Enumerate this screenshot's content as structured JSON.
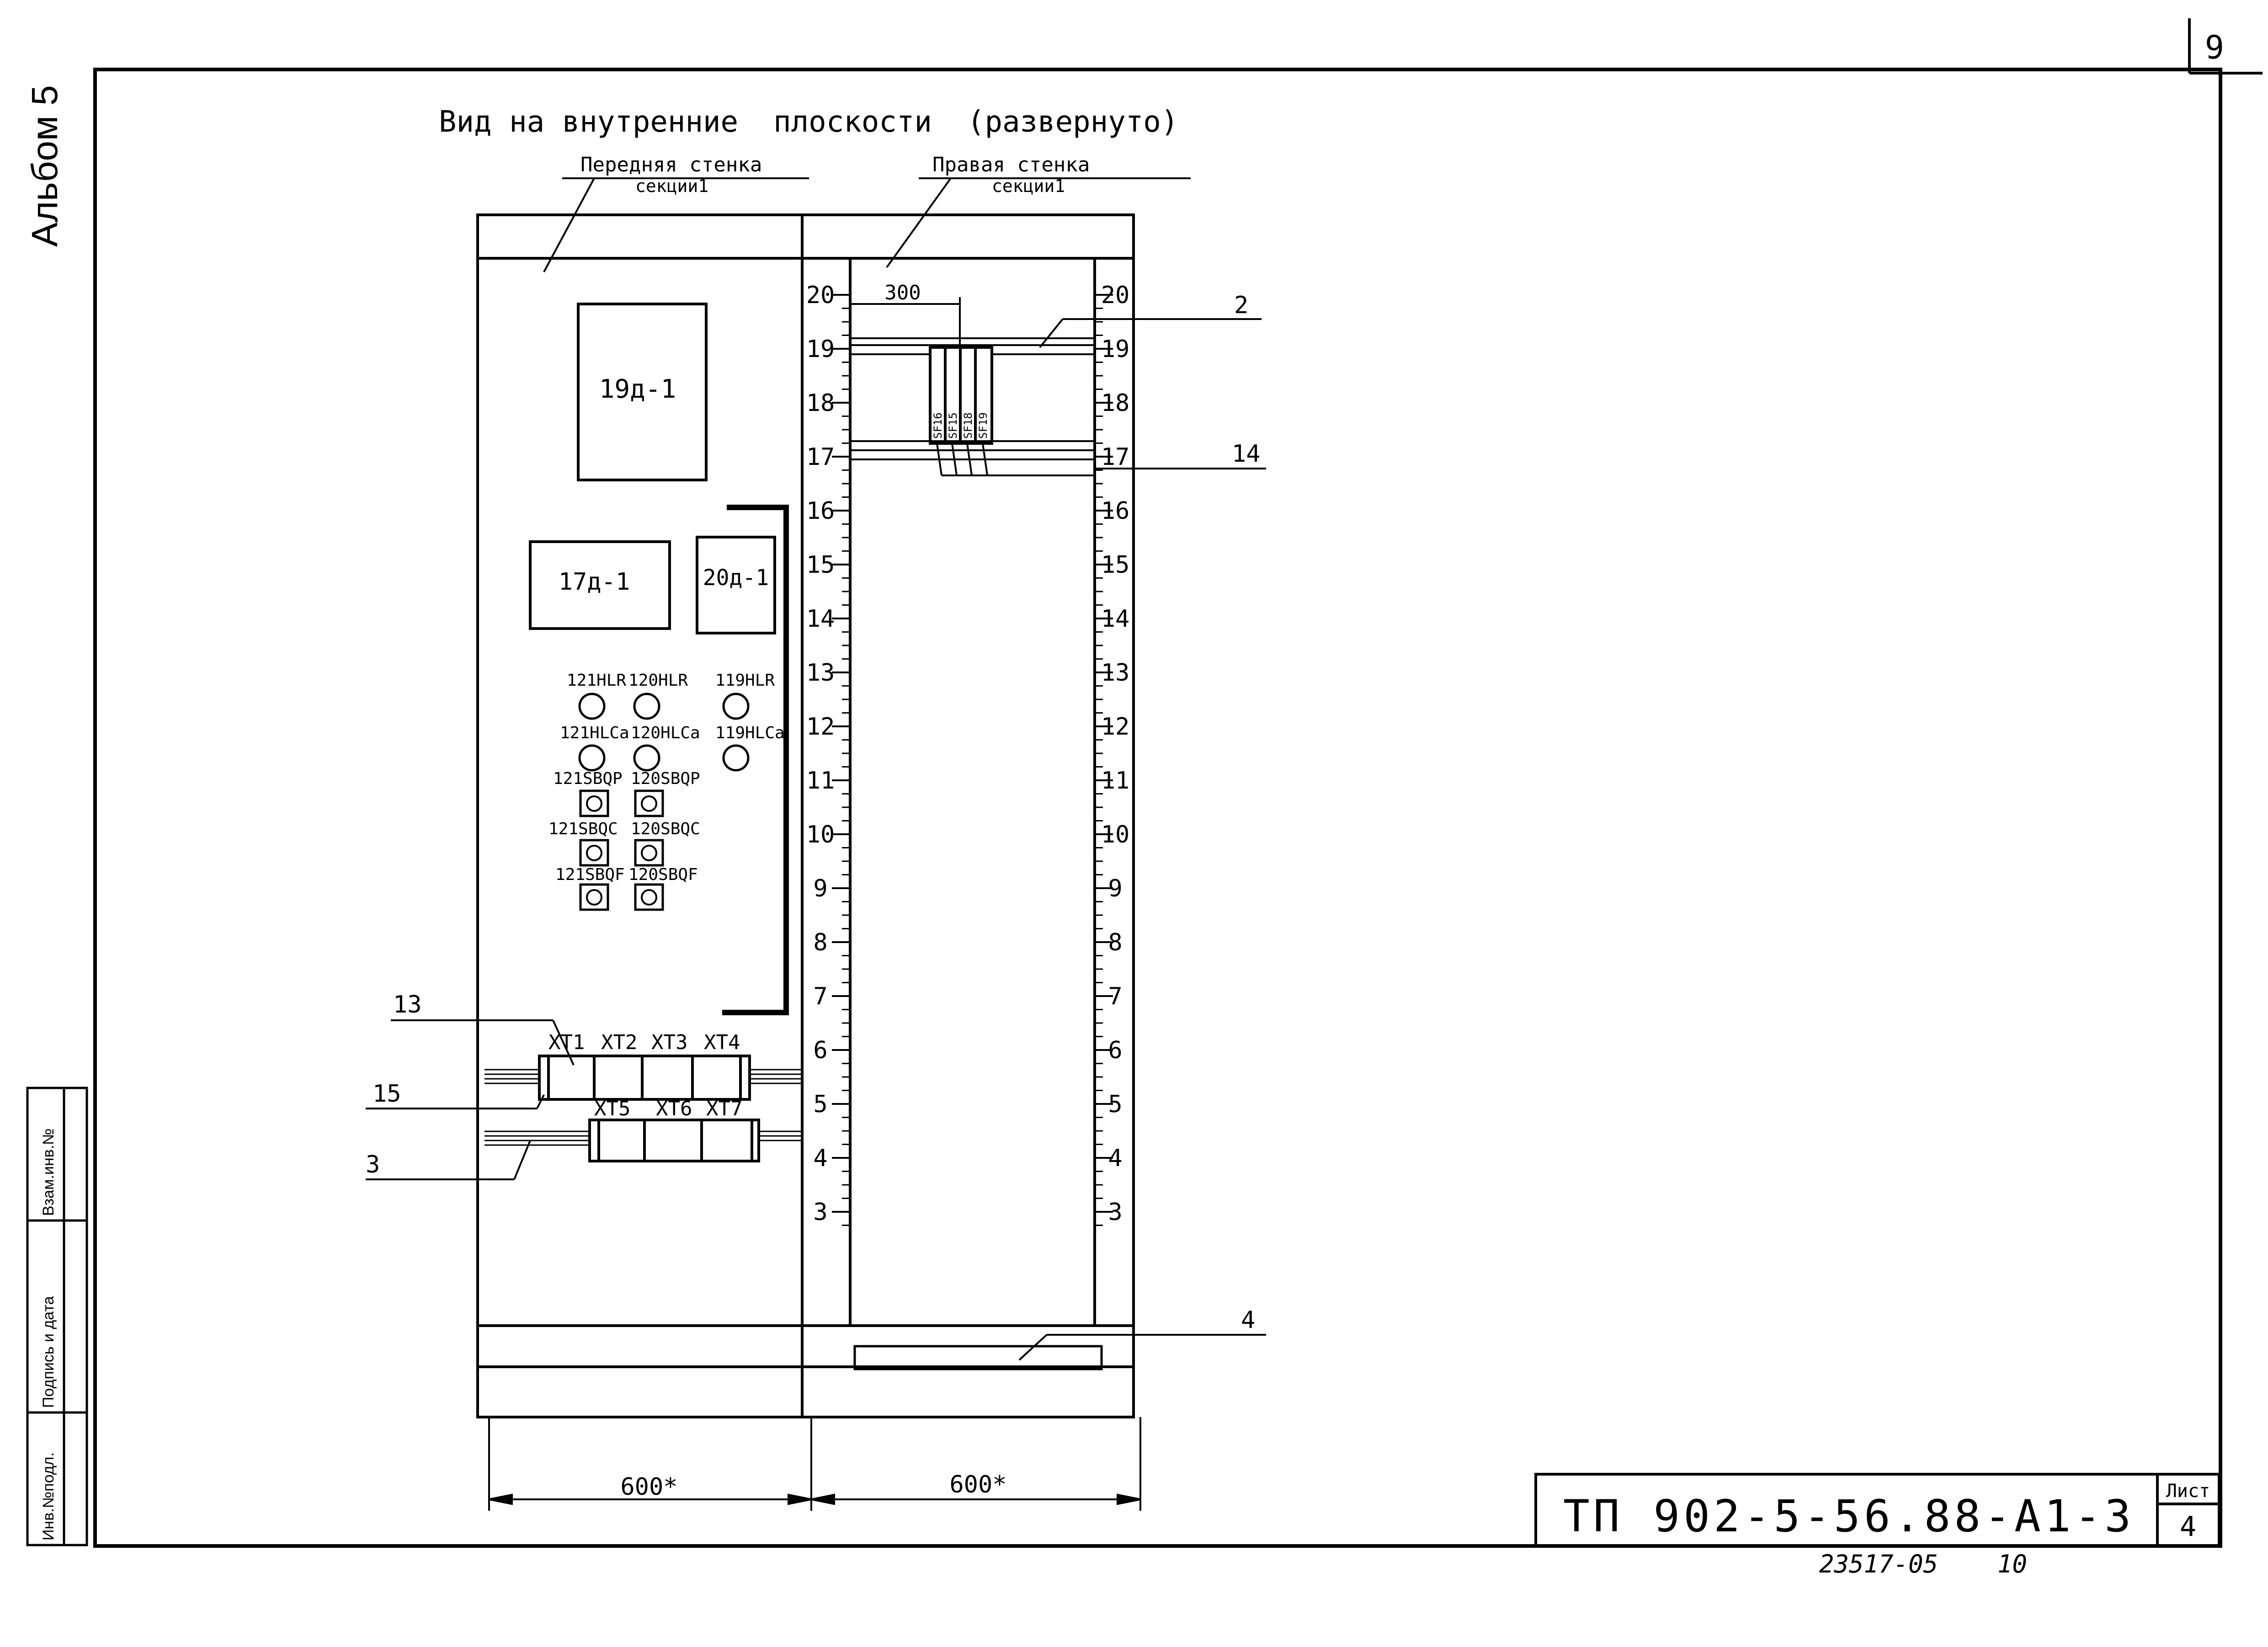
{
  "sheet_number": "9",
  "album_label": "Альбом 5",
  "side_stamp": {
    "inventory_original": "Инв.№подл.",
    "signature_date": "Подпись и дата",
    "replacement_inventory": "Взам.инв.№"
  },
  "title": "Вид на внутренние  плоскости  (развернуто)",
  "front_wall_label": {
    "line1": "Передняя стенка",
    "line2": "секции1"
  },
  "right_wall_label": {
    "line1": "Правая стенка",
    "line2": "секции1"
  },
  "devices": {
    "d19": "19д-1",
    "d17": "17д-1",
    "d20": "20д-1"
  },
  "indicators": {
    "hlr": [
      "121HLR",
      "120HLR",
      "119HLR"
    ],
    "hlca": [
      "121HLCa",
      "120HLCa",
      "119HLCa"
    ],
    "sbqp": [
      "121SBQP",
      "120SBQP"
    ],
    "sbqc": [
      "121SBQC",
      "120SBQC"
    ],
    "sbqf": [
      "121SBQF",
      "120SBQF"
    ]
  },
  "terminal_blocks": {
    "row1": [
      "XT1",
      "XT2",
      "XT3",
      "XT4"
    ],
    "row2": [
      "XT5",
      "XT6",
      "XT7"
    ]
  },
  "breakers": [
    "SF16",
    "SF15",
    "SF18",
    "SF19"
  ],
  "dimension_300": "300",
  "scale_marks": [
    "20",
    "19",
    "18",
    "17",
    "16",
    "15",
    "14",
    "13",
    "12",
    "11",
    "10",
    "9",
    "8",
    "7",
    "6",
    "5",
    "4",
    "3"
  ],
  "callouts": {
    "c2": "2",
    "c14": "14",
    "c13": "13",
    "c15": "15",
    "c3": "3",
    "c4": "4"
  },
  "bottom_dims": {
    "left": "600*",
    "right": "600*"
  },
  "title_block": {
    "code": "ТП 902-5-56.88-А1-3",
    "sheet_label": "Лист",
    "sheet_value": "4"
  },
  "archive_number": "23517-05",
  "archive_suffix": "10"
}
